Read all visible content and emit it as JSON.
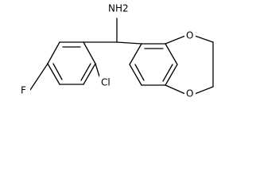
{
  "molecule": {
    "atoms": {
      "amine": "NH2",
      "chlorine": "Cl",
      "fluorine": "F",
      "oxygen_top": "O",
      "oxygen_bottom": "O"
    }
  }
}
